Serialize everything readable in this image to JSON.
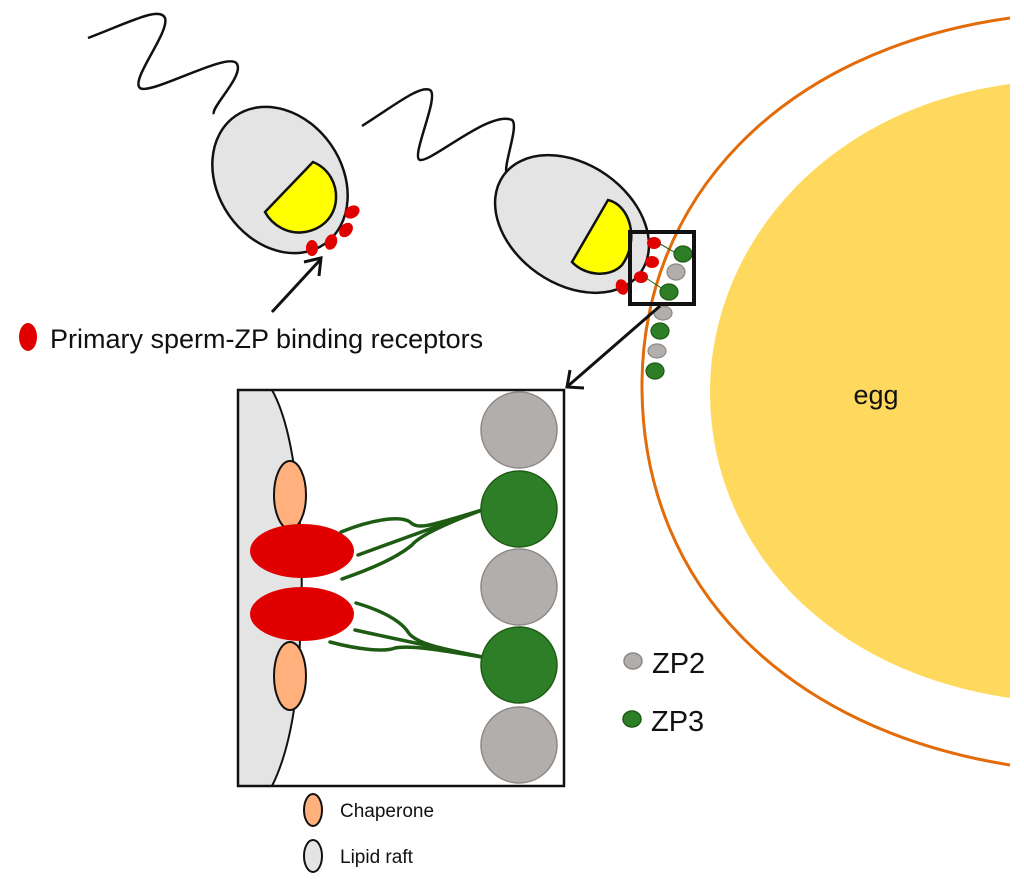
{
  "labels": {
    "receptor_legend": "Primary sperm-ZP binding receptors",
    "egg": "egg",
    "zp2": "ZP2",
    "zp3": "ZP3",
    "chaperone": "Chaperone",
    "lipid_raft": "Lipid raft"
  },
  "colors": {
    "receptor": "#e00000",
    "zp2": "#b2aeac",
    "zp3": "#2e7d27",
    "chaperone": "#ffb07c",
    "lipid_raft": "#e4e4e4",
    "acrosome": "#ffff00",
    "egg": "#ffd95e",
    "zona_outline": "#e36c0a",
    "tether": "#1e5c14"
  },
  "elements": {
    "sperm": [
      "free sperm",
      "bound sperm"
    ],
    "inset_zp_chain": [
      "ZP2",
      "ZP3",
      "ZP2",
      "ZP3",
      "ZP2"
    ],
    "surface_zp_chain": [
      "ZP3",
      "ZP2",
      "ZP3",
      "ZP2",
      "ZP3",
      "ZP2",
      "ZP3"
    ]
  }
}
